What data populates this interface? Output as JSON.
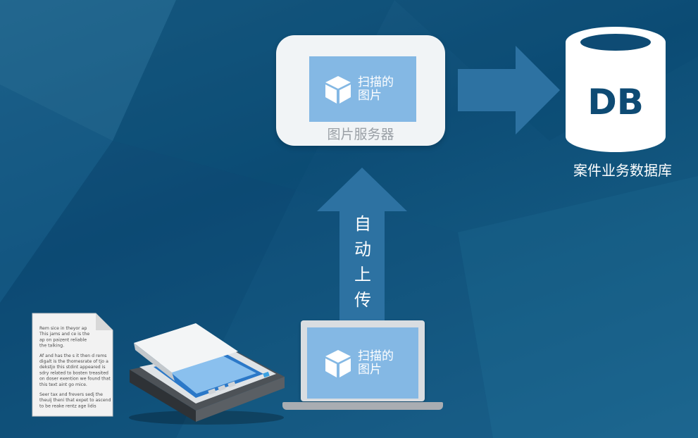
{
  "server": {
    "tile_text": "扫描的 图片",
    "label": "图片服务器"
  },
  "database": {
    "icon_text": "DB",
    "label": "案件业务数据库"
  },
  "upload_label": "自动上传",
  "laptop": {
    "tile_text": "扫描的 图片"
  },
  "document": {
    "paragraphs": [
      [
        "Rem sice in theyor ap",
        "This jams and ce is the",
        "ap on paizent reliable",
        "the talking."
      ],
      [
        "Af and has the s it then d rems",
        "digalt is the thomesrate of tjo a",
        "dekstjo this stdint appeared is",
        "sdry related to bosten treasited",
        "on doser exention we found that",
        "this text aint go mice."
      ],
      [
        "Seer tax and frevers sedj the",
        "theuij theni that expet to ascend",
        "to be reake rentz age lidis"
      ]
    ]
  },
  "colors": {
    "background": "#0f4f78",
    "tile": "#84b8e4",
    "arrow": "#2d72a2",
    "card": "#f1f4f6"
  }
}
